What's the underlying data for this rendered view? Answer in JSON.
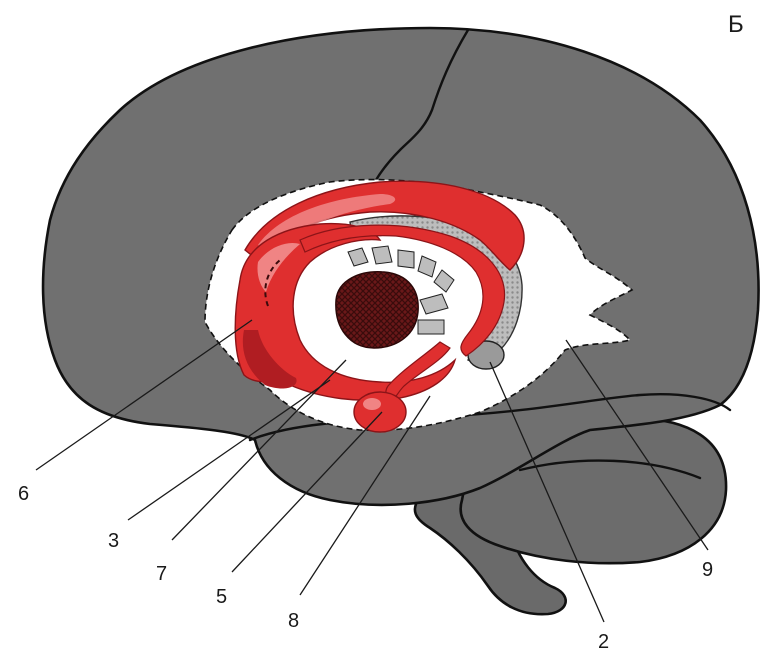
{
  "panel_letter": "Б",
  "labels": [
    "6",
    "3",
    "7",
    "5",
    "8",
    "2",
    "9"
  ],
  "colors": {
    "cortex": "#707070",
    "cortex_dark": "#5f5f5f",
    "outline": "#111111",
    "nucleus_red": "#df2f2f",
    "nucleus_red_dark": "#b01d22",
    "nucleus_highlight": "#f49a9a",
    "thalamus": "#5a1516",
    "ventricle_grey": "#a8a8a8",
    "cavity_white": "#ffffff"
  }
}
